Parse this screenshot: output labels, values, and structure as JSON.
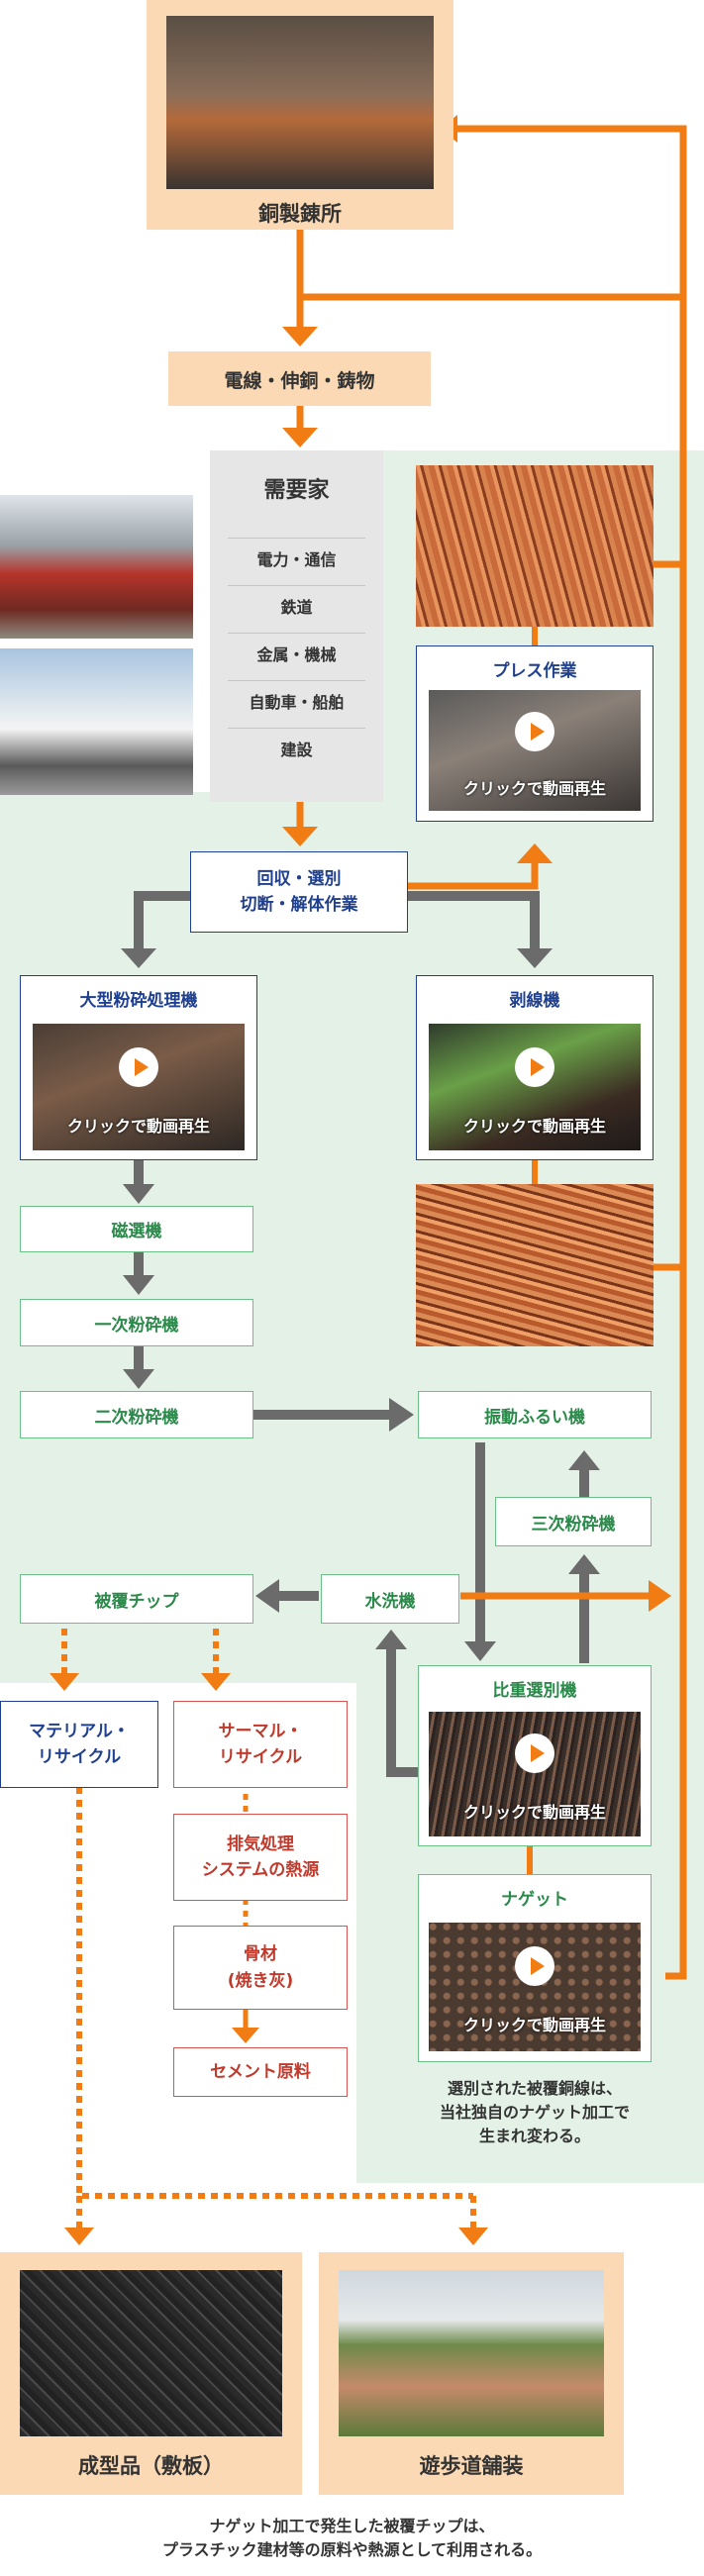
{
  "nodes": {
    "smelter": "銅製錬所",
    "wire": "電線・伸銅・鋳物",
    "demand": {
      "title": "需要家",
      "items": [
        "電力・通信",
        "鉄道",
        "金属・機械",
        "自動車・船舶",
        "建設"
      ]
    },
    "collection": [
      "回収・選別",
      "切断・解体作業"
    ],
    "press": "プレス作業",
    "large_crusher": "大型粉砕処理機",
    "stripper": "剥線機",
    "magnetic": "磁選機",
    "primary_crusher": "一次粉砕機",
    "secondary_crusher": "二次粉砕機",
    "vibrating_screen": "振動ふるい機",
    "tertiary_crusher": "三次粉砕機",
    "washer": "水洗機",
    "coating_chip": "被覆チップ",
    "gravity_sorter": "比重選別機",
    "nugget": "ナゲット",
    "material_recycle": [
      "マテリアル・",
      "リサイクル"
    ],
    "thermal_recycle": [
      "サーマル・",
      "リサイクル"
    ],
    "exhaust_heat": [
      "排気処理",
      "システムの熱源"
    ],
    "aggregate": [
      "骨材",
      "(焼き灰)"
    ],
    "cement": "セメント原料",
    "molded_product": "成型品（敷板）",
    "walkway": "遊歩道舗装"
  },
  "video_caption": "クリックで動画再生",
  "notes": {
    "nugget_note": [
      "選別された被覆銅線は、",
      "当社独自のナゲット加工で",
      "生まれ変わる。"
    ],
    "bottom_note": [
      "ナゲット加工で発生した被覆チップは、",
      "プラスチック建材等の原料や熱源として利用される。"
    ]
  },
  "colors": {
    "orange_flow": "#f07c13",
    "gray_flow": "#6b6b6b",
    "orange_box": "#fbd9b4",
    "green_bg": "#e3f1e7",
    "blue_border": "#1f3f8f",
    "green_border": "#6cbf86",
    "red_border": "#d9534f"
  }
}
